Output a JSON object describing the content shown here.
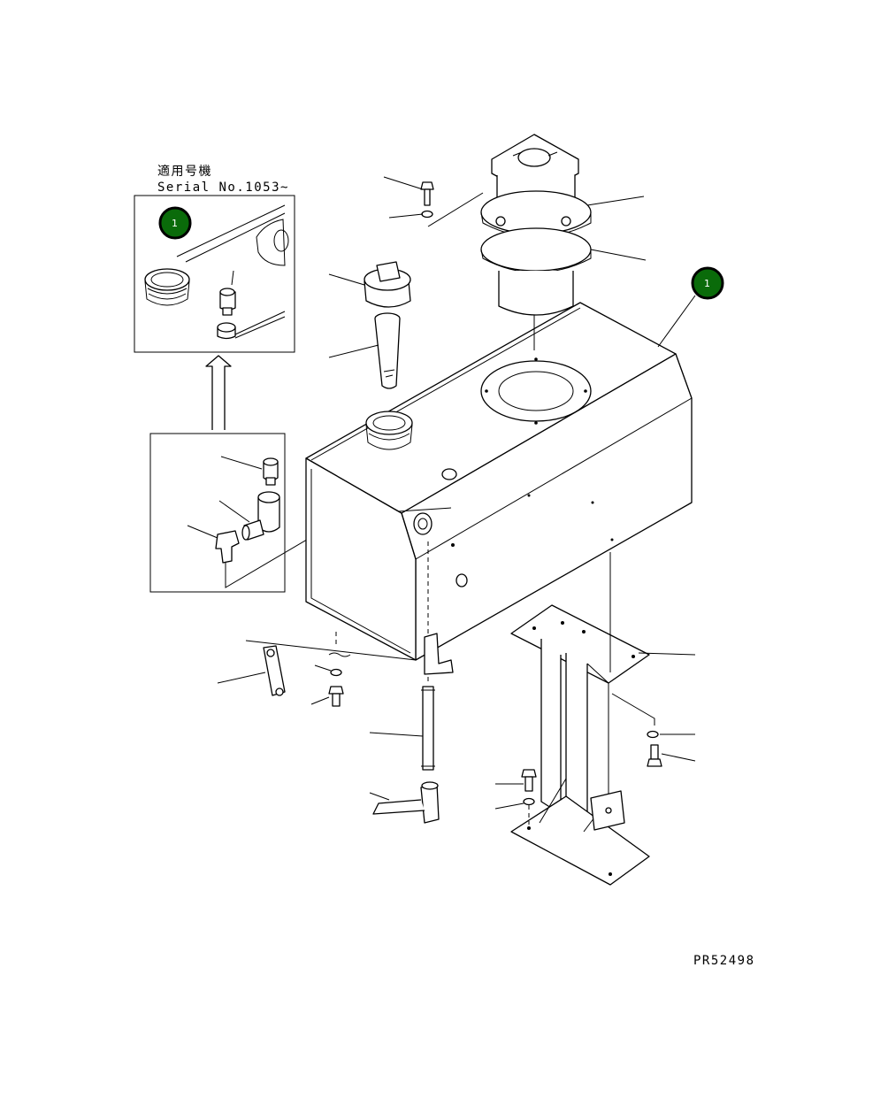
{
  "serial_note": {
    "jp_label": "適用号機",
    "serial_label": "Serial No.1053~"
  },
  "callouts": [
    {
      "number": "1"
    },
    {
      "number": "1"
    }
  ],
  "drawing_code": "PR52498",
  "colors": {
    "callout_fill": "#0a6b0a",
    "callout_ring": "#000000",
    "line": "#000000",
    "background": "#ffffff"
  }
}
